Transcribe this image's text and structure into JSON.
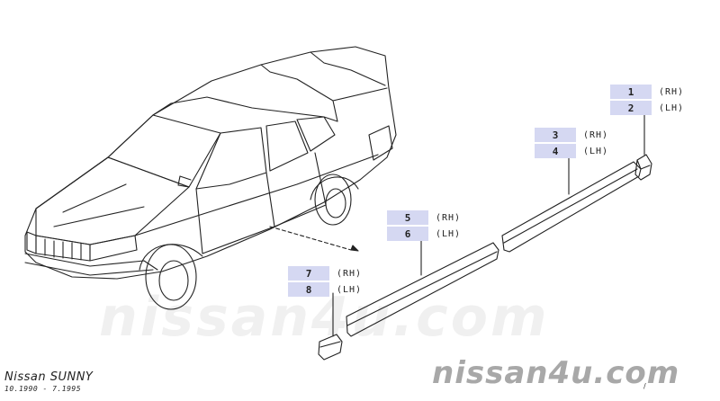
{
  "watermark": {
    "text": "nissan4u.com"
  },
  "caption": {
    "model": "Nissan SUNNY",
    "years": "10.1990 - 7.1995"
  },
  "corner_mark": "/",
  "callouts": [
    {
      "rows": [
        {
          "num": "1",
          "side": "(RH)"
        },
        {
          "num": "2",
          "side": "(LH)"
        }
      ]
    },
    {
      "rows": [
        {
          "num": "3",
          "side": "(RH)"
        },
        {
          "num": "4",
          "side": "(LH)"
        }
      ]
    },
    {
      "rows": [
        {
          "num": "5",
          "side": "(RH)"
        },
        {
          "num": "6",
          "side": "(LH)"
        }
      ]
    },
    {
      "rows": [
        {
          "num": "7",
          "side": "(RH)"
        },
        {
          "num": "8",
          "side": "(LH)"
        }
      ]
    }
  ]
}
